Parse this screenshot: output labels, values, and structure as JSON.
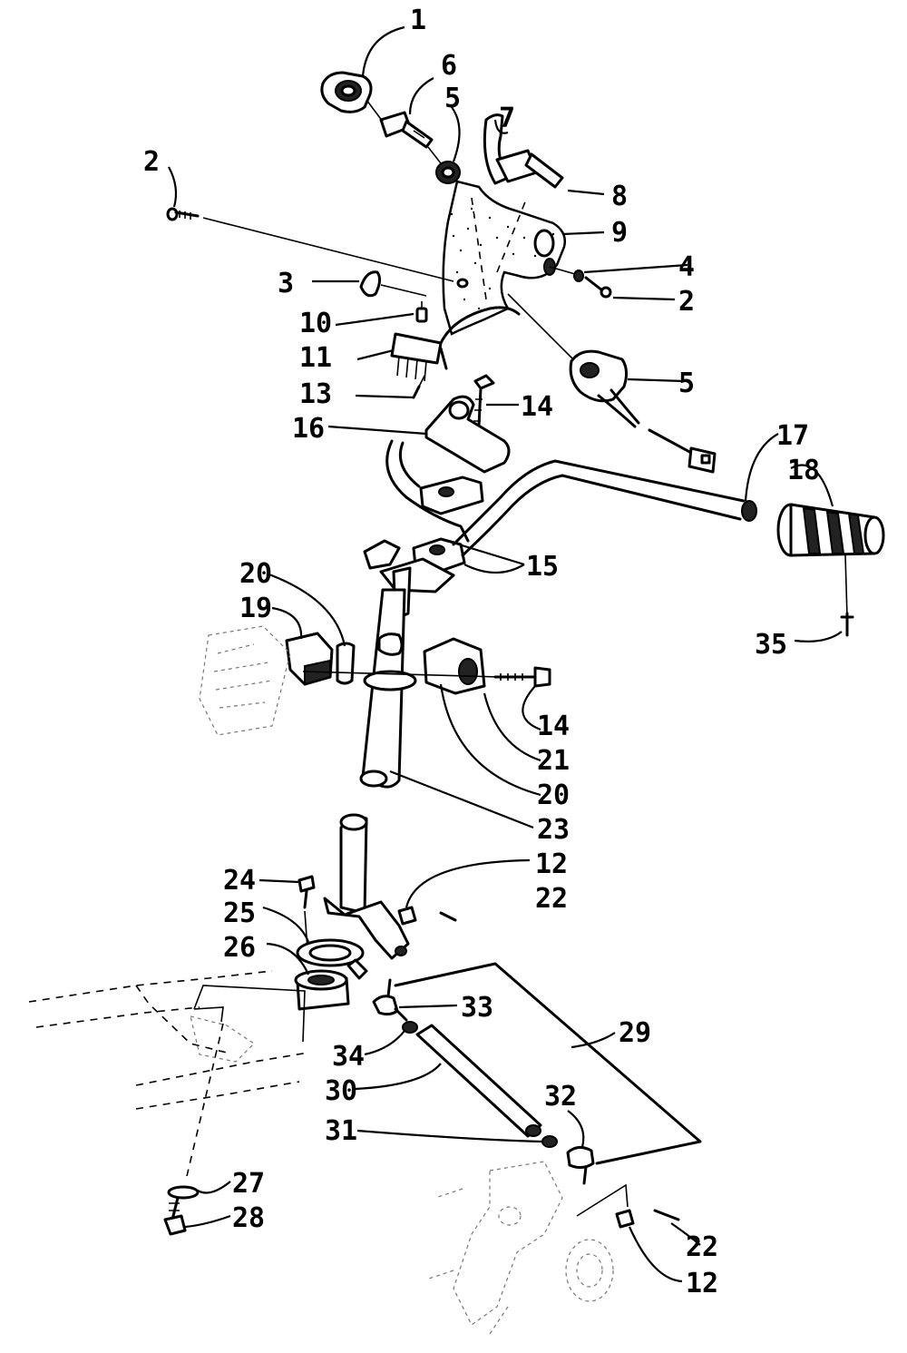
{
  "callouts": {
    "c1": "1",
    "c6": "6",
    "c5_top": "5",
    "c7": "7",
    "c2_left": "2",
    "c8": "8",
    "c9": "9",
    "c4": "4",
    "c3": "3",
    "c2_right": "2",
    "c10": "10",
    "c11": "11",
    "c5_switch": "5",
    "c13": "13",
    "c14_top": "14",
    "c16": "16",
    "c17": "17",
    "c18": "18",
    "c15": "15",
    "c20_top": "20",
    "c19": "19",
    "c35": "35",
    "c14_mid": "14",
    "c21": "21",
    "c20_bottom": "20",
    "c23": "23",
    "c12_top": "12",
    "c24": "24",
    "c22_top": "22",
    "c25": "25",
    "c26": "26",
    "c33": "33",
    "c29": "29",
    "c34": "34",
    "c30": "30",
    "c32": "32",
    "c31": "31",
    "c27": "27",
    "c28": "28",
    "c22_bottom": "22",
    "c12_bottom": "12"
  }
}
